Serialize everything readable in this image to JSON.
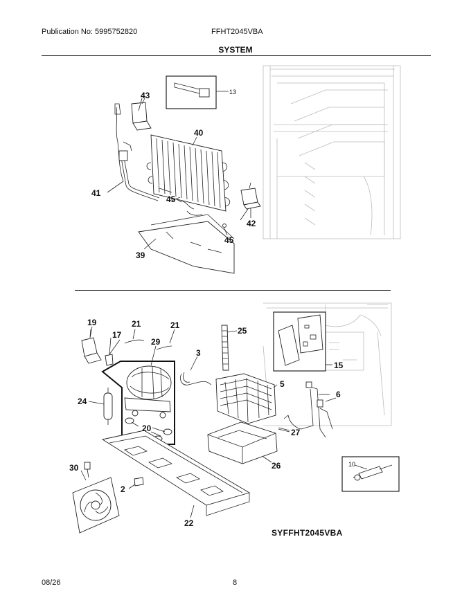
{
  "header": {
    "publication": "Publication No: 5995752820",
    "model": "FFHT2045VBA",
    "section_title": "SYSTEM"
  },
  "footer": {
    "date": "08/26",
    "page": "8"
  },
  "diagram": {
    "code": "SYFFHT2045VBA",
    "callouts": [
      "13",
      "43",
      "40",
      "41",
      "45",
      "42",
      "39",
      "45",
      "19",
      "21",
      "21",
      "17",
      "29",
      "25",
      "3",
      "15",
      "5",
      "24",
      "6",
      "20",
      "27",
      "26",
      "30",
      "2",
      "10",
      "22"
    ]
  }
}
